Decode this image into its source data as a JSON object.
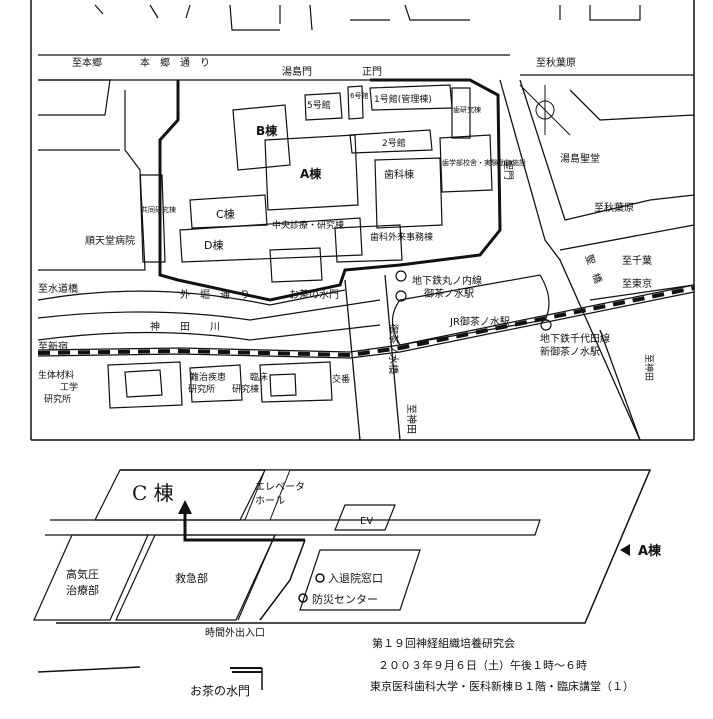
{
  "map": {
    "roads": {
      "hongo_to": "至本郷",
      "hongo_dori": "本　郷　通　り",
      "to_akihabara_top": "至秋葉原",
      "to_akihabara_mid": "至秋葉原",
      "to_chiba": "至千葉",
      "to_tokyo": "至東京",
      "to_kanda": "至神田",
      "to_kanda_bottom": "至神田",
      "to_suidobashi": "至水道橋",
      "to_shinjuku": "至新宿",
      "sotobori": "外　堀　通　り",
      "kanda_river": "神　　田　　川",
      "ochanomizu_bridge": "御茶ノ水橋",
      "hijiri_bridge": "聖　橋",
      "koban": "交番"
    },
    "gates": {
      "yushima": "湯島門",
      "main": "正門",
      "hijiri": "聖門",
      "ochanomizu": "お茶の水門"
    },
    "buildings": {
      "b": "B棟",
      "a": "A棟",
      "c": "C棟",
      "d": "D棟",
      "bldg5": "5号館",
      "bldg6": "6号館",
      "bldg1": "1号館(管理棟)",
      "bldg2": "2号館",
      "dental_research": "歯研究棟",
      "animal_lab": "歯学部校舎・実験動物施設",
      "dental": "歯科棟",
      "central": "中央診療・研究棟",
      "joint_research": "共同研究棟",
      "dental_outpatient": "歯科外来事務棟",
      "biomaterial": "生体材料工学研究所",
      "intractable": "難治疾患研究所",
      "clinical": "臨床研究棟"
    },
    "landmarks": {
      "juntendo": "順天堂病院",
      "yushima_seido": "湯島聖堂",
      "marunouchi": "地下鉄丸ノ内線\n御茶ノ水駅",
      "jr_station": "JR御茶ノ水駅",
      "chiyoda": "地下鉄千代田線\n新御茶ノ水駅"
    }
  },
  "floor": {
    "c_bldg": "C 棟",
    "elevator_hall": "エレベータ\nホール",
    "ev": "EV",
    "hyperbaric": "高気圧\n治療部",
    "emergency": "救急部",
    "admission_window": "入退院窓口",
    "disaster_center": "防災センター",
    "a_bldg_arrow": "A棟",
    "after_hours_entrance": "時間外出入口",
    "ochanomizu_gate": "お茶の水門"
  },
  "event": {
    "title": "第１９回神経組織培養研究会",
    "date": "２００３年９月６日（土）午後１時〜６時",
    "venue": "東京医科歯科大学・医科新棟Ｂ１階・臨床講堂（１）"
  }
}
